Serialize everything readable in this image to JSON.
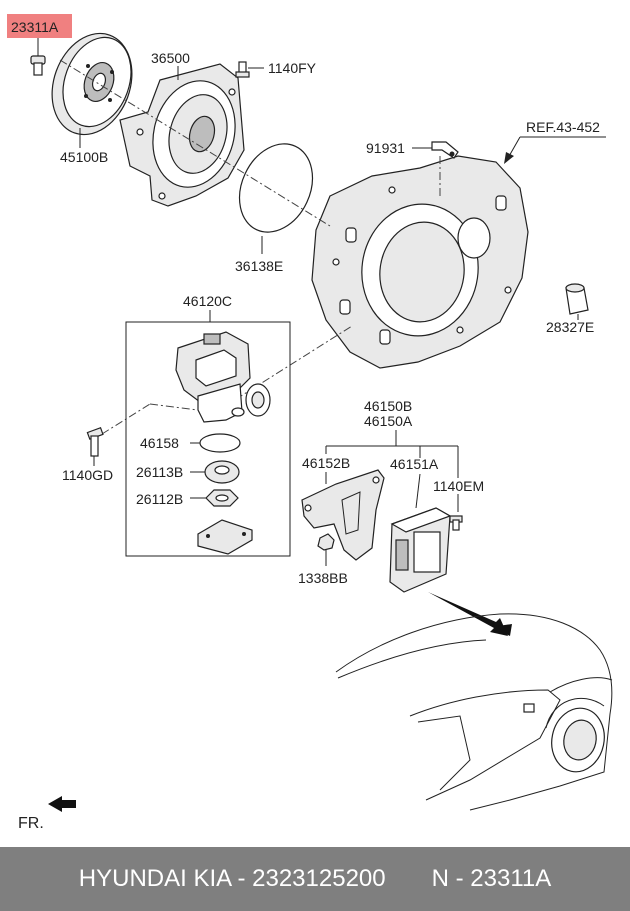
{
  "highlight": {
    "code": "23311A",
    "color": "#f08080"
  },
  "labels": {
    "l_23311A": "23311A",
    "l_36500": "36500",
    "l_1140FY": "1140FY",
    "l_45100B": "45100B",
    "l_91931": "91931",
    "l_ref": "REF.43-452",
    "l_36138E": "36138E",
    "l_28327E": "28327E",
    "l_46120C": "46120C",
    "l_46158": "46158",
    "l_1140GD": "1140GD",
    "l_26113B": "26113B",
    "l_26112B": "26112B",
    "l_46150B": "46150B",
    "l_46150A": "46150A",
    "l_46152B": "46152B",
    "l_46151A": "46151A",
    "l_1140EM": "1140EM",
    "l_1338BB": "1338BB",
    "l_fr": "FR."
  },
  "footer": {
    "left": "HYUNDAI  KIA - 2323125200",
    "right": "N - 23311A"
  }
}
